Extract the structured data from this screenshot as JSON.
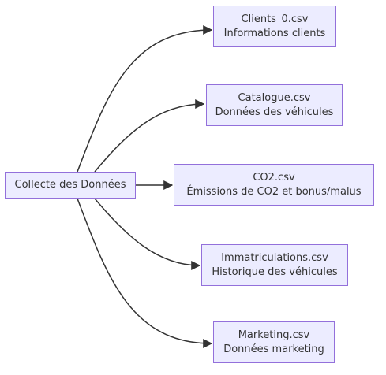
{
  "source": {
    "label": "Collecte des Données"
  },
  "targets": [
    {
      "line1": "Clients_0.csv",
      "line2": "Informations clients"
    },
    {
      "line1": "Catalogue.csv",
      "line2": "Données des véhicules"
    },
    {
      "line1": "CO2.csv",
      "line2": "Émissions de CO2 et bonus/malus"
    },
    {
      "line1": "Immatriculations.csv",
      "line2": "Historique des véhicules"
    },
    {
      "line1": "Marketing.csv",
      "line2": "Données marketing"
    }
  ],
  "colors": {
    "node_fill": "#ECECFF",
    "node_border": "#9370DB",
    "edge": "#333333",
    "text": "#333333"
  }
}
